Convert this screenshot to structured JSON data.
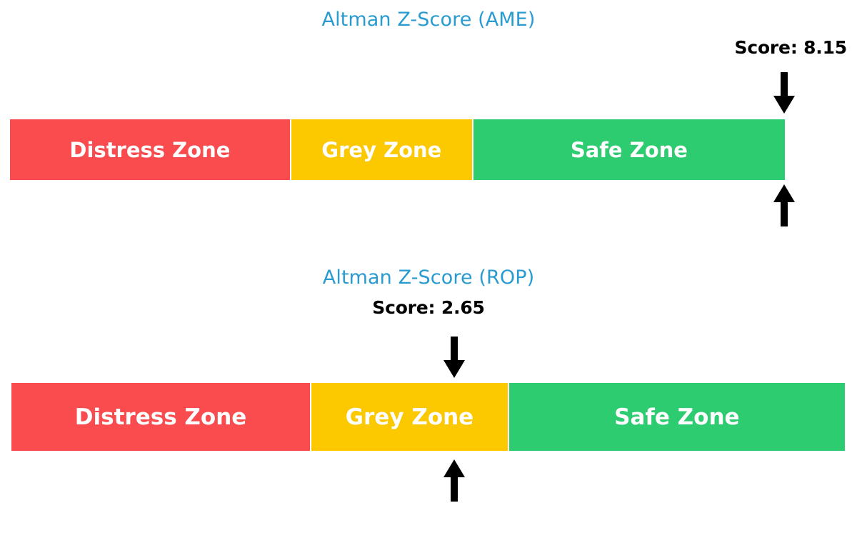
{
  "chart_data": [
    {
      "type": "bar",
      "title": "Altman Z-Score (AME)",
      "score_label": "Score: 8.15",
      "score_value": 8.15,
      "orientation": "horizontal-stacked-gauge",
      "xlabel": "",
      "ylabel": "",
      "grid": false,
      "legend": "none",
      "categories": [
        "Distress Zone",
        "Grey Zone",
        "Safe Zone"
      ],
      "values": [
        36.3,
        23.5,
        40.2
      ],
      "colors": [
        "#FA4B4F",
        "#FCC800",
        "#2ECC71"
      ],
      "marker": {
        "position_pct": 100,
        "top_arrow": "down-arrow-icon",
        "bottom_arrow": "up-arrow-icon"
      }
    },
    {
      "type": "bar",
      "title": "Altman Z-Score (ROP)",
      "score_label": "Score: 2.65",
      "score_value": 2.65,
      "orientation": "horizontal-stacked-gauge",
      "xlabel": "",
      "ylabel": "",
      "grid": false,
      "legend": "none",
      "categories": [
        "Distress Zone",
        "Grey Zone",
        "Safe Zone"
      ],
      "values": [
        36.0,
        23.7,
        40.3
      ],
      "colors": [
        "#FA4B4F",
        "#FCC800",
        "#2ECC71"
      ],
      "marker": {
        "position_pct": 53.1,
        "top_arrow": "down-arrow-icon",
        "bottom_arrow": "up-arrow-icon"
      }
    }
  ],
  "panels": {
    "ame": {
      "title": "Altman Z-Score (AME)",
      "score_label": "Score: 8.15",
      "zones": [
        {
          "label": "Distress Zone"
        },
        {
          "label": "Grey Zone"
        },
        {
          "label": "Safe Zone"
        }
      ]
    },
    "rop": {
      "title": "Altman Z-Score (ROP)",
      "score_label": "Score: 2.65",
      "zones": [
        {
          "label": "Distress Zone"
        },
        {
          "label": "Grey Zone"
        },
        {
          "label": "Safe Zone"
        }
      ]
    }
  },
  "colors": {
    "distress": "#FA4B4F",
    "grey": "#FCC800",
    "safe": "#2ECC71",
    "title": "#299BD0",
    "score_text": "#000000",
    "zone_text": "#FFFFFF",
    "background": "#FFFFFF"
  }
}
